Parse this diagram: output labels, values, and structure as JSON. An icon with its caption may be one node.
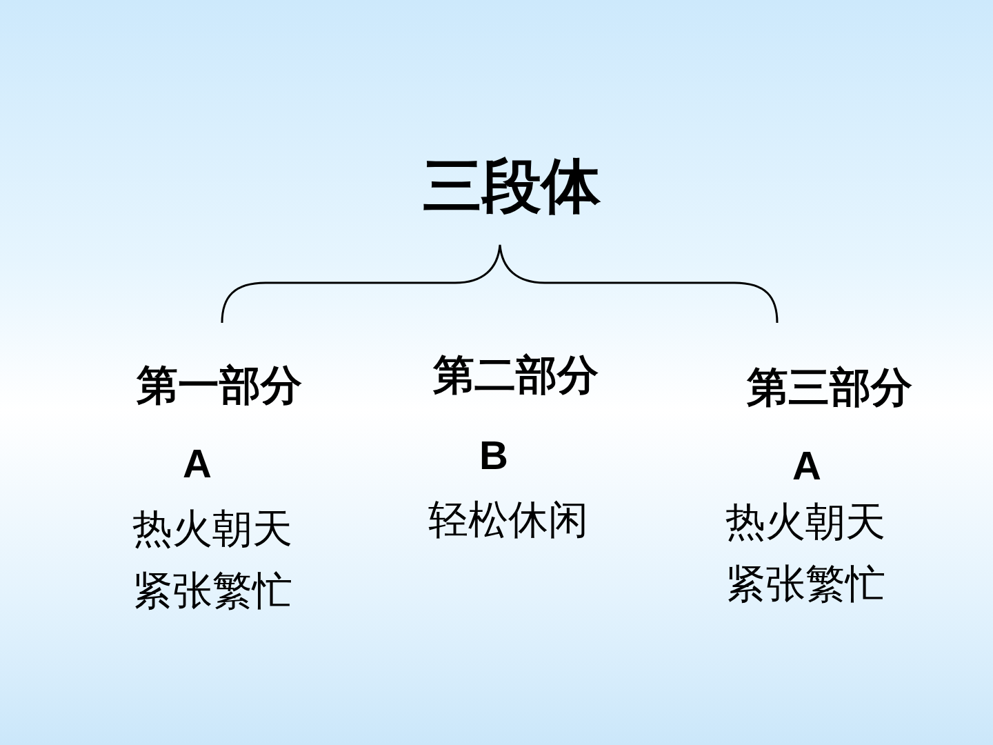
{
  "diagram": {
    "title": "三段体",
    "labels": [
      "第一部分",
      "A",
      "热火朝天",
      "紧张繁忙",
      "第二部分",
      "B",
      "轻松休闲",
      "第三部分",
      "A",
      "热火朝天",
      "紧张繁忙"
    ]
  }
}
